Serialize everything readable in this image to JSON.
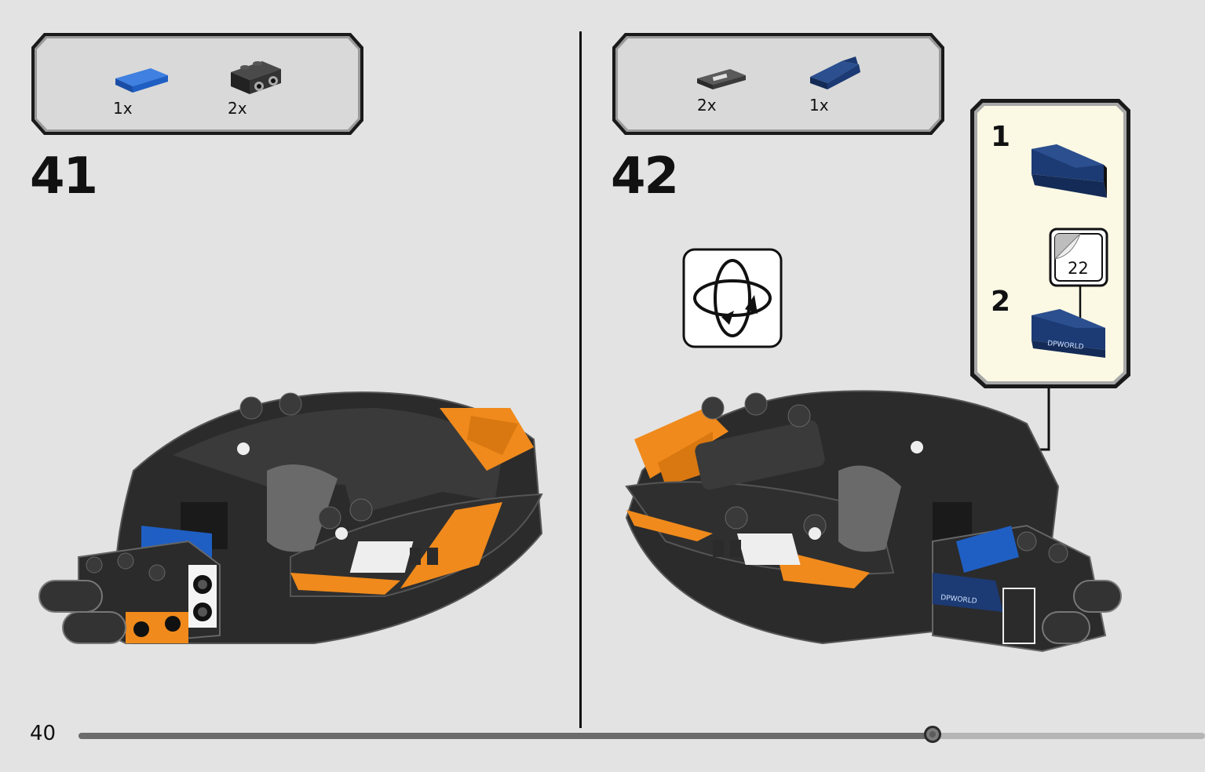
{
  "colors": {
    "background": "#e3e3e3",
    "parts_box_fill": "#d9d9d9",
    "callout_fill": "#fbf8e4",
    "brick_black": "#2b2b2b",
    "brick_orange": "#f08a1c",
    "brick_blue": "#1f5fc4",
    "brick_dark_blue": "#1c3a73"
  },
  "steps": [
    {
      "number": "41",
      "parts": [
        {
          "icon": "blue-tile-icon",
          "qty": "1x"
        },
        {
          "icon": "black-bracket-icon",
          "qty": "2x"
        }
      ]
    },
    {
      "number": "42",
      "parts": [
        {
          "icon": "dark-gray-plate-icon",
          "qty": "2x"
        },
        {
          "icon": "dark-blue-slope-icon",
          "qty": "1x"
        }
      ],
      "callout": {
        "step1": "1",
        "step2": "2",
        "sticker_number": "22"
      }
    }
  ],
  "page": {
    "number": "40",
    "progress": 0.758
  }
}
